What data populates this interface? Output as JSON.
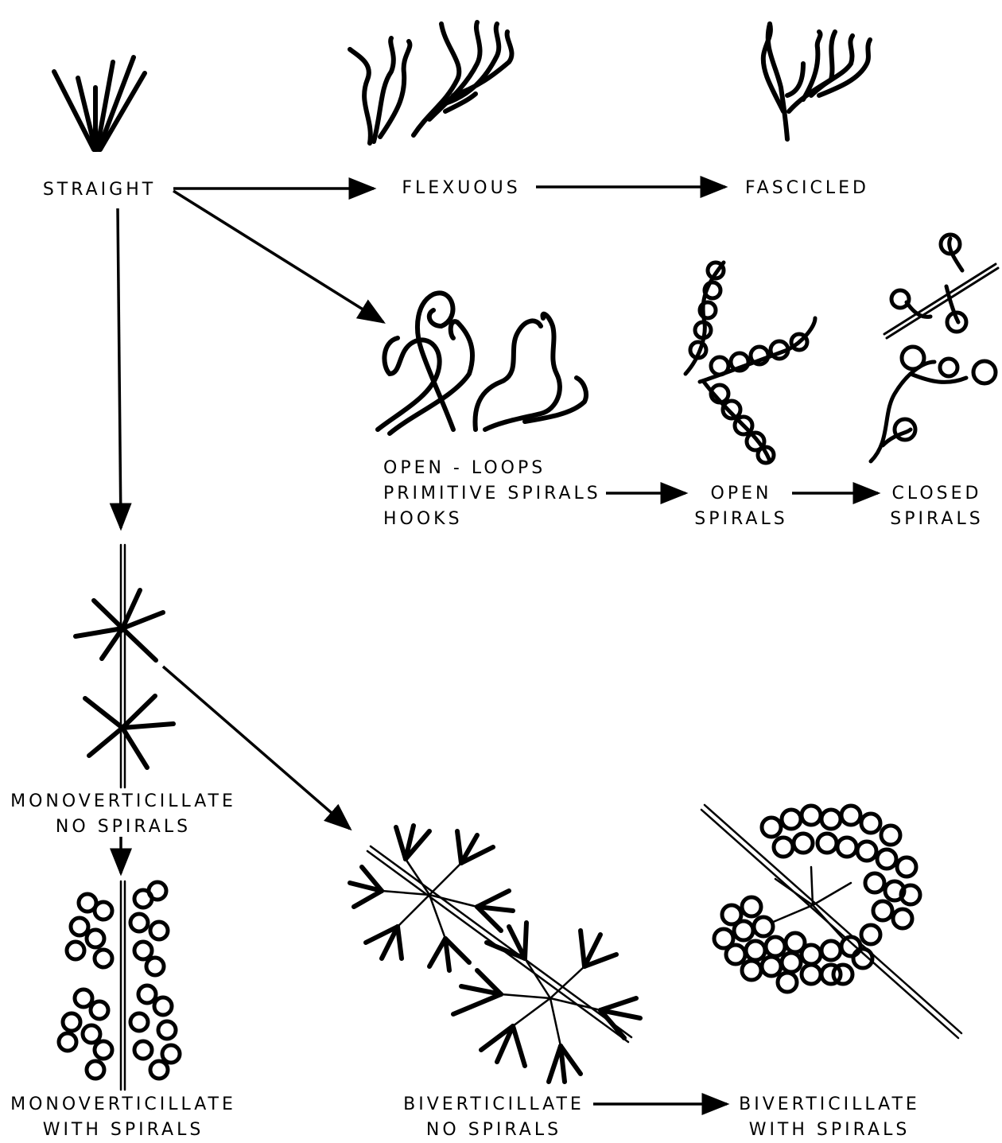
{
  "labels": {
    "straight": "STRAIGHT",
    "flexuous": "FLEXUOUS",
    "fascicled": "FASCICLED",
    "open_loops": [
      "OPEN - LOOPS",
      "PRIMITIVE SPIRALS",
      "HOOKS"
    ],
    "open_spirals": [
      "OPEN",
      "SPIRALS"
    ],
    "closed_spirals": [
      "CLOSED",
      "SPIRALS"
    ],
    "mono_no_spirals": [
      "MONOVERTICILLATE",
      "NO SPIRALS"
    ],
    "mono_with_spirals": [
      "MONOVERTICILLATE",
      "WITH SPIRALS"
    ],
    "bi_no_spirals": [
      "BIVERTICILLATE",
      "NO SPIRALS"
    ],
    "bi_with_spirals": [
      "BIVERTICILLATE",
      "WITH SPIRALS"
    ]
  },
  "colors": {
    "ink": "#000000",
    "paper": "#ffffff"
  }
}
